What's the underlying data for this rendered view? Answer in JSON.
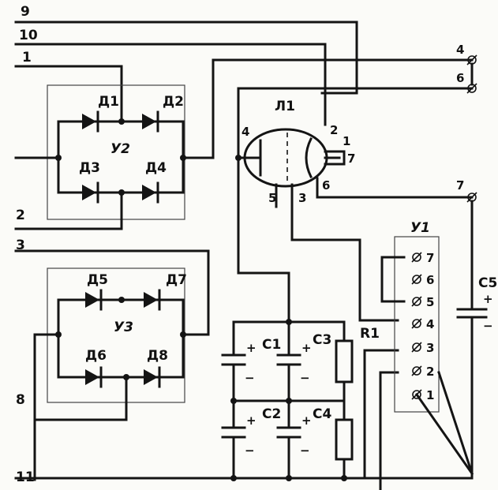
{
  "wire_labels": {
    "w9": "9",
    "w10": "10",
    "w1": "1",
    "w2": "2",
    "w3": "3",
    "w8": "8",
    "w11": "11"
  },
  "terminals": {
    "t4": "4",
    "t6": "6",
    "t7": "7"
  },
  "diodes": {
    "d1": "Д1",
    "d2": "Д2",
    "d3": "Д3",
    "d4": "Д4",
    "d5": "Д5",
    "d6": "Д6",
    "d7": "Д7",
    "d8": "Д8"
  },
  "blocks": {
    "u2": "У2",
    "u3": "У3",
    "u1": "У1"
  },
  "tube": {
    "name": "Л1",
    "p4": "4",
    "p2": "2",
    "p1": "1",
    "p7": "7",
    "p6": "6",
    "p5": "5",
    "p3": "3"
  },
  "capacitors": {
    "c1": "С1",
    "c2": "С2",
    "c3": "С3",
    "c4": "С4",
    "c5": "С5"
  },
  "resistor": {
    "r1": "R1"
  },
  "connector_pins": [
    "7",
    "6",
    "5",
    "4",
    "3",
    "2",
    "1"
  ],
  "plus": "+",
  "minus": "−"
}
